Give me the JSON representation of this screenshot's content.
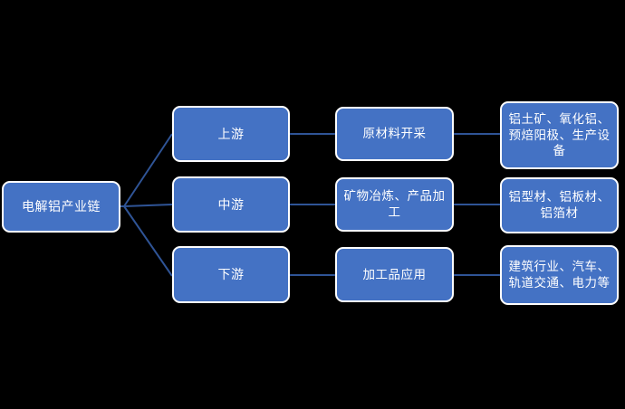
{
  "diagram": {
    "title": "电解铝产业链",
    "background_color": "#000000",
    "node_fill_color": "#4472C4",
    "node_border_color": "#FFFFFF",
    "connector_color": "#2F5496",
    "text_color": "#FFFFFF",
    "root": {
      "label": "电解铝产业链"
    },
    "branches": [
      {
        "tier": "上游",
        "stage": "原材料开采",
        "detail": "铝土矿、氧化铝、预焙阳极、生产设备"
      },
      {
        "tier": "中游",
        "stage": "矿物冶炼、产品加工",
        "detail": "铝型材、铝板材、铝箔材"
      },
      {
        "tier": "下游",
        "stage": "加工品应用",
        "detail": "建筑行业、汽车、轨道交通、电力等"
      }
    ]
  }
}
